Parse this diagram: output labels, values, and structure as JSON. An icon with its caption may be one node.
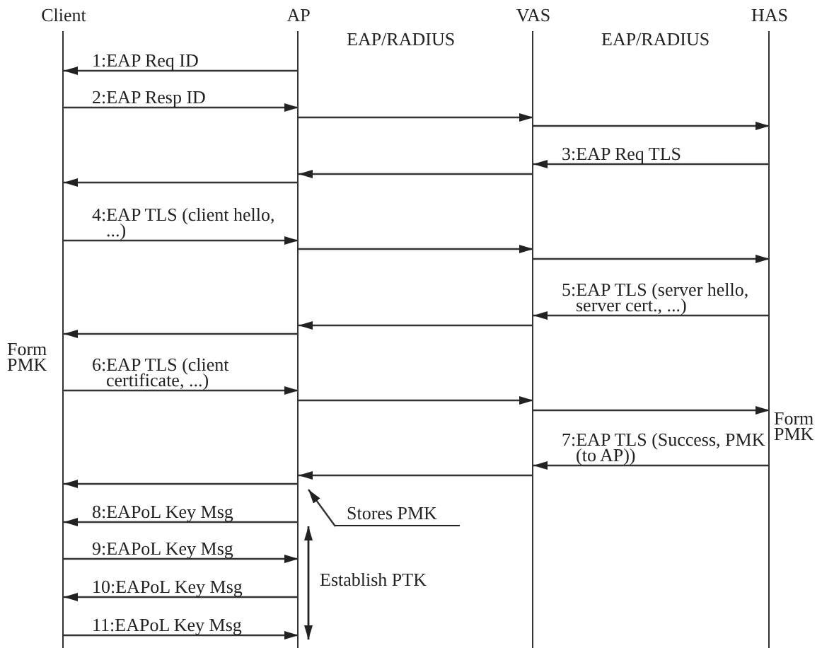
{
  "diagram": {
    "nodes": [
      {
        "text": [
          "Client"
        ],
        "beside": [
          "Form PMK"
        ]
      },
      {
        "text": [
          "AP"
        ]
      },
      {
        "text": [
          "VAS"
        ]
      },
      {
        "text": [
          "HAS"
        ],
        "beside": [
          "Form PMK"
        ]
      },
      {
        "text": [
          "Stores PMK"
        ]
      }
    ],
    "edges": [
      {
        "from": 1,
        "to": 0,
        "arrow": "to",
        "label": "1:EAP Req ID"
      },
      {
        "from": 0,
        "to": 1,
        "arrow": "to",
        "label": "2:EAP Resp ID"
      },
      {
        "from": 1,
        "to": 2,
        "arrow": "to"
      },
      {
        "from": 2,
        "to": 3,
        "arrow": "to"
      },
      {
        "from": 3,
        "to": 2,
        "arrow": "to",
        "label": "3:EAP Req TLS"
      },
      {
        "from": 2,
        "to": 1,
        "arrow": "to"
      },
      {
        "from": 1,
        "to": 0,
        "arrow": "to"
      },
      {
        "from": 0,
        "to": 1,
        "arrow": "to",
        "label": "4:EAP TLS (client hello, ...)"
      },
      {
        "from": 1,
        "to": 2,
        "arrow": "to"
      },
      {
        "from": 2,
        "to": 3,
        "arrow": "to"
      },
      {
        "from": 3,
        "to": 2,
        "arrow": "to",
        "label": "5:EAP TLS (server hello, server cert., ...)"
      },
      {
        "from": 2,
        "to": 1,
        "arrow": "to"
      },
      {
        "from": 1,
        "to": 0,
        "arrow": "to"
      },
      {
        "from": 0,
        "to": 1,
        "arrow": "to",
        "label": "6:EAP TLS (client certificate, ...)"
      },
      {
        "from": 1,
        "to": 2,
        "arrow": "to"
      },
      {
        "from": 2,
        "to": 3,
        "arrow": "to"
      },
      {
        "from": 3,
        "to": 2,
        "arrow": "to",
        "label": "7:EAP TLS (Success, PMK (to AP))"
      },
      {
        "from": 2,
        "to": 1,
        "arrow": "to"
      },
      {
        "from": 1,
        "to": 0,
        "arrow": "to"
      },
      {
        "from": 1,
        "to": 0,
        "arrow": "to",
        "label": "8:EAPoL Key Msg"
      },
      {
        "from": 0,
        "to": 1,
        "arrow": "to",
        "label": "9:EAPoL Key Msg"
      },
      {
        "from": 1,
        "to": 0,
        "arrow": "to",
        "label": "10:EAPoL Key Msg"
      },
      {
        "from": 0,
        "to": 1,
        "arrow": "to",
        "label": "11:EAPoL Key Msg"
      },
      {
        "from": 4,
        "to": 1,
        "arrow": "to"
      }
    ],
    "labels": [
      "EAP/RADIUS",
      "EAP/RADIUS",
      "Establish PTK"
    ]
  }
}
